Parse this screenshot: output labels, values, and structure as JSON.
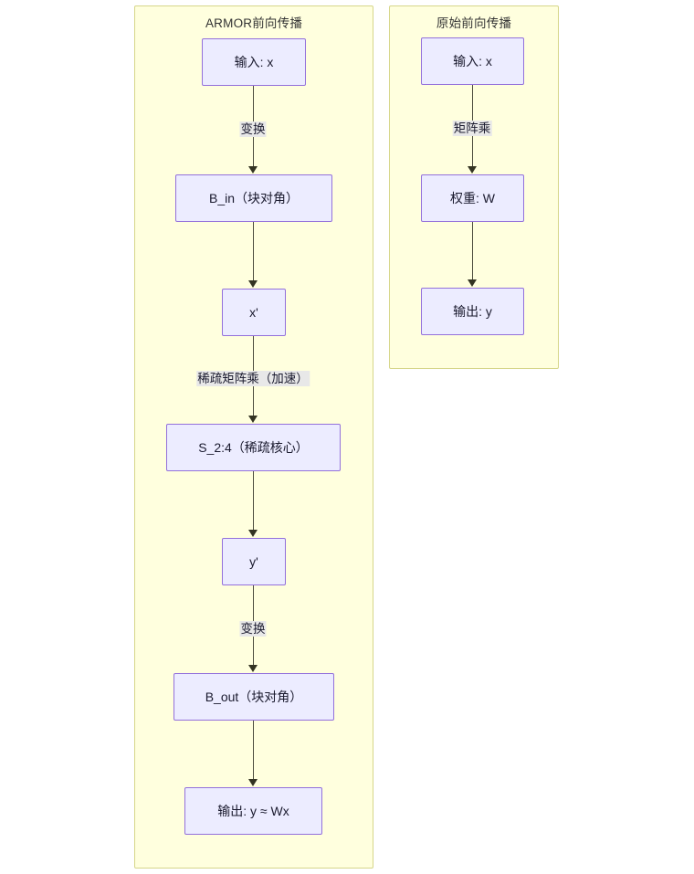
{
  "diagram": {
    "type": "flowchart",
    "direction": "top-down",
    "background_color": "#ffffff",
    "subgraph_fill": "#ffffde",
    "subgraph_stroke": "#d6d68a",
    "node_fill": "#ececff",
    "node_stroke": "#9370db",
    "edge_color": "#333322",
    "edge_label_background": "#e8e8e8",
    "text_color": "#1a1a2e"
  },
  "subgraphs": [
    {
      "id": "armor",
      "title": "ARMOR前向传播",
      "nodes": [
        {
          "id": "armor-input",
          "label": "输入: x"
        },
        {
          "id": "armor-bin",
          "label": "B_in（块对角）"
        },
        {
          "id": "armor-xprime",
          "label": "x'"
        },
        {
          "id": "armor-s24",
          "label": "S_2:4（稀疏核心）"
        },
        {
          "id": "armor-yprime",
          "label": "y'"
        },
        {
          "id": "armor-bout",
          "label": "B_out（块对角）"
        },
        {
          "id": "armor-output",
          "label": "输出: y ≈ Wx"
        }
      ],
      "edges": [
        {
          "from": "armor-input",
          "to": "armor-bin",
          "label": "变换"
        },
        {
          "from": "armor-bin",
          "to": "armor-xprime",
          "label": ""
        },
        {
          "from": "armor-xprime",
          "to": "armor-s24",
          "label": "稀疏矩阵乘（加速）"
        },
        {
          "from": "armor-s24",
          "to": "armor-yprime",
          "label": ""
        },
        {
          "from": "armor-yprime",
          "to": "armor-bout",
          "label": "变换"
        },
        {
          "from": "armor-bout",
          "to": "armor-output",
          "label": ""
        }
      ]
    },
    {
      "id": "original",
      "title": "原始前向传播",
      "nodes": [
        {
          "id": "orig-input",
          "label": "输入: x"
        },
        {
          "id": "orig-weight",
          "label": "权重: W"
        },
        {
          "id": "orig-output",
          "label": "输出: y"
        }
      ],
      "edges": [
        {
          "from": "orig-input",
          "to": "orig-weight",
          "label": "矩阵乘"
        },
        {
          "from": "orig-weight",
          "to": "orig-output",
          "label": ""
        }
      ]
    }
  ]
}
